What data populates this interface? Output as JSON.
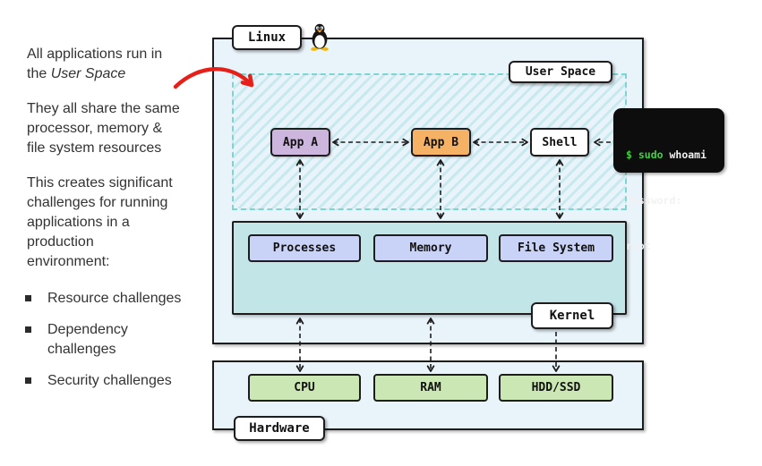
{
  "colors": {
    "panel_bg": "#e8f3fa",
    "kernel_bg": "#c2e5e8",
    "hatch_stripe": "#7ed3d3",
    "kernel_component": "#c9d2f7",
    "hardware_component": "#cbe7b3",
    "terminal_bg": "#0d0d0d",
    "terminal_green": "#41d141",
    "annotation_red": "#e62019",
    "line": "#1d1d1d"
  },
  "notes": {
    "para1": {
      "line1": "All applications run in",
      "line2_prefix": "the ",
      "line2_italic": "User Space"
    },
    "para2": {
      "line1": "They all share the same",
      "line2": "processor, memory &",
      "line3": "file system resources"
    },
    "para3": {
      "line1": "This creates significant",
      "line2": "challenges for running",
      "line3": "applications in a",
      "line4": "production",
      "line5": "environment:"
    },
    "bullets": {
      "item1": {
        "line1": "Resource challenges"
      },
      "item2": {
        "line1": "Dependency",
        "line2": "challenges"
      },
      "item3": {
        "line1": "Security challenges"
      }
    }
  },
  "diagram": {
    "linux_label": "Linux",
    "user_space_label": "User Space",
    "kernel_label": "Kernel",
    "hardware_label": "Hardware",
    "apps": [
      {
        "label": "App A",
        "color": "#ccb6dd"
      },
      {
        "label": "App B",
        "color": "#f6b264"
      },
      {
        "label": "Shell",
        "color": "#ffffff"
      }
    ],
    "kernel_components": [
      "Processes",
      "Memory",
      "File System"
    ],
    "hardware_components": [
      "CPU",
      "RAM",
      "HDD/SSD"
    ],
    "terminal": {
      "prompt": "$ sudo",
      "command": " whoami",
      "line2": "Password:",
      "line3": "root"
    },
    "icons": {
      "mascot": "tux-penguin-icon",
      "annotation": "red-curved-arrow-icon"
    }
  }
}
